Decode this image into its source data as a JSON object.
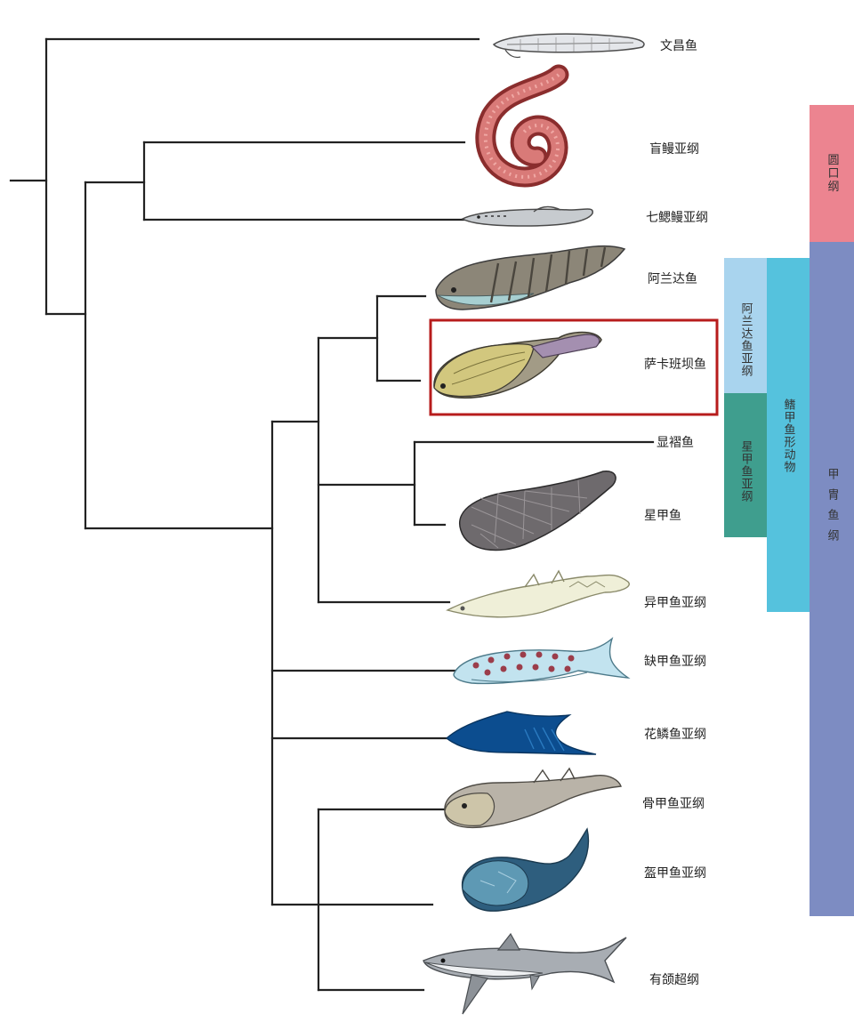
{
  "taxa": [
    {
      "id": "wenchangyu",
      "label": "文昌鱼"
    },
    {
      "id": "mangman",
      "label": "盲鳗亚纲"
    },
    {
      "id": "qisaiman",
      "label": "七鳃鳗亚纲"
    },
    {
      "id": "alandayu",
      "label": "阿兰达鱼"
    },
    {
      "id": "sakabanbayu",
      "label": "萨卡班坝鱼"
    },
    {
      "id": "xianzheyu",
      "label": "显褶鱼"
    },
    {
      "id": "xingjiayu",
      "label": "星甲鱼"
    },
    {
      "id": "yijiayu",
      "label": "异甲鱼亚纲"
    },
    {
      "id": "quejiayu",
      "label": "缺甲鱼亚纲"
    },
    {
      "id": "hualinyu",
      "label": "花鳞鱼亚纲"
    },
    {
      "id": "gujiayu",
      "label": "骨甲鱼亚纲"
    },
    {
      "id": "kuijiayu",
      "label": "盔甲鱼亚纲"
    },
    {
      "id": "youhe",
      "label": "有颌超纲"
    }
  ],
  "groups": {
    "yuankou": {
      "label": "圆口纲",
      "color": "#ec8490"
    },
    "jiazhou": {
      "label": "甲胄鱼纲",
      "color": "#7d8cc2"
    },
    "alanda_yagang": {
      "label": "阿兰达鱼亚纲",
      "color": "#a9d4ee"
    },
    "xingjia_yagang": {
      "label": "星甲鱼亚纲",
      "color": "#3f9e8e"
    },
    "qijia": {
      "label": "鳍甲鱼形动物",
      "color": "#55c2dd"
    }
  },
  "highlight": {
    "taxon": "sakabanbayu",
    "color": "#b71c1c"
  }
}
